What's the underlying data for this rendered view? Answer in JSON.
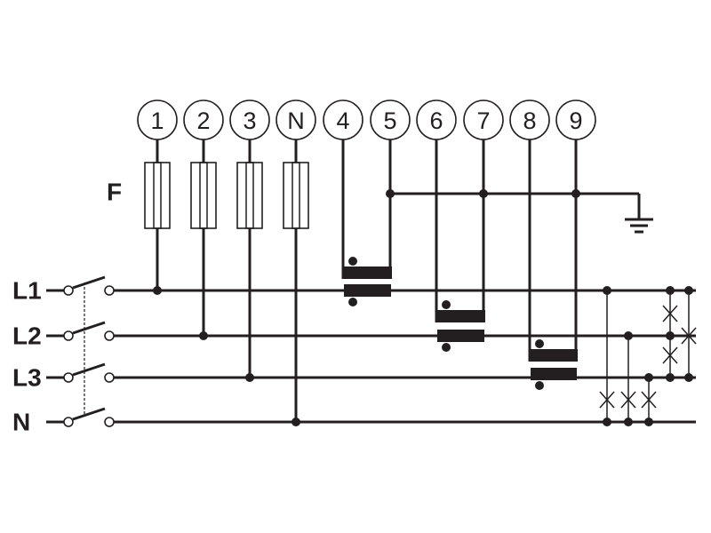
{
  "title": "Three-phase 4-wire meter connection with current transformers",
  "terminals": [
    "1",
    "2",
    "3",
    "N",
    "4",
    "5",
    "6",
    "7",
    "8",
    "9"
  ],
  "fuse_label": "F",
  "lines": [
    "L1",
    "L2",
    "L3",
    "N"
  ],
  "colors": {
    "ink": "#231f20",
    "background": "#ffffff"
  }
}
